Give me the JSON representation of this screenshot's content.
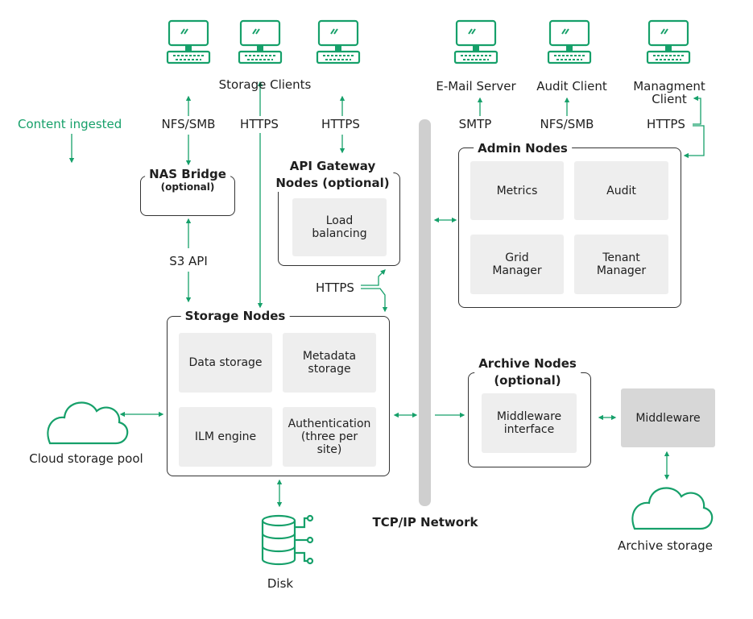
{
  "clients": {
    "storage_clients": "Storage Clients",
    "email_server": "E-Mail Server",
    "audit_client": "Audit Client",
    "management_client_line1": "Managment",
    "management_client_line2": "Client"
  },
  "protocols": {
    "nfs_smb_left": "NFS/SMB",
    "https_1": "HTTPS",
    "https_2": "HTTPS",
    "smtp": "SMTP",
    "nfs_smb_right": "NFS/SMB",
    "https_mgmt": "HTTPS",
    "s3_api": "S3 API",
    "https_storage": "HTTPS"
  },
  "content_ingested": "Content ingested",
  "nas_bridge": {
    "title": "NAS Bridge",
    "subtitle": "(optional)"
  },
  "api_gateway": {
    "title_line1": "API Gateway",
    "title_line2": "Nodes (optional)",
    "load_balancing_1": "Load",
    "load_balancing_2": "balancing"
  },
  "admin_nodes": {
    "title": "Admin Nodes",
    "metrics": "Metrics",
    "audit": "Audit",
    "grid_manager_1": "Grid",
    "grid_manager_2": "Manager",
    "tenant_manager_1": "Tenant",
    "tenant_manager_2": "Manager"
  },
  "storage_nodes": {
    "title": "Storage Nodes",
    "data_storage": "Data storage",
    "metadata_1": "Metadata",
    "metadata_2": "storage",
    "ilm_engine": "ILM engine",
    "auth_1": "Authentication",
    "auth_2": "(three per",
    "auth_3": "site)"
  },
  "archive_nodes": {
    "title_line1": "Archive Nodes",
    "title_line2": "(optional)",
    "mw_interface_1": "Middleware",
    "mw_interface_2": "interface",
    "middleware": "Middleware"
  },
  "cloud_storage_pool": "Cloud storage pool",
  "archive_storage": "Archive storage",
  "disk": "Disk",
  "network": "TCP/IP Network",
  "colors": {
    "accent": "#16a06a",
    "box_border": "#333333",
    "inner_fill": "#eeeeee",
    "bar": "#cfcfcf"
  }
}
